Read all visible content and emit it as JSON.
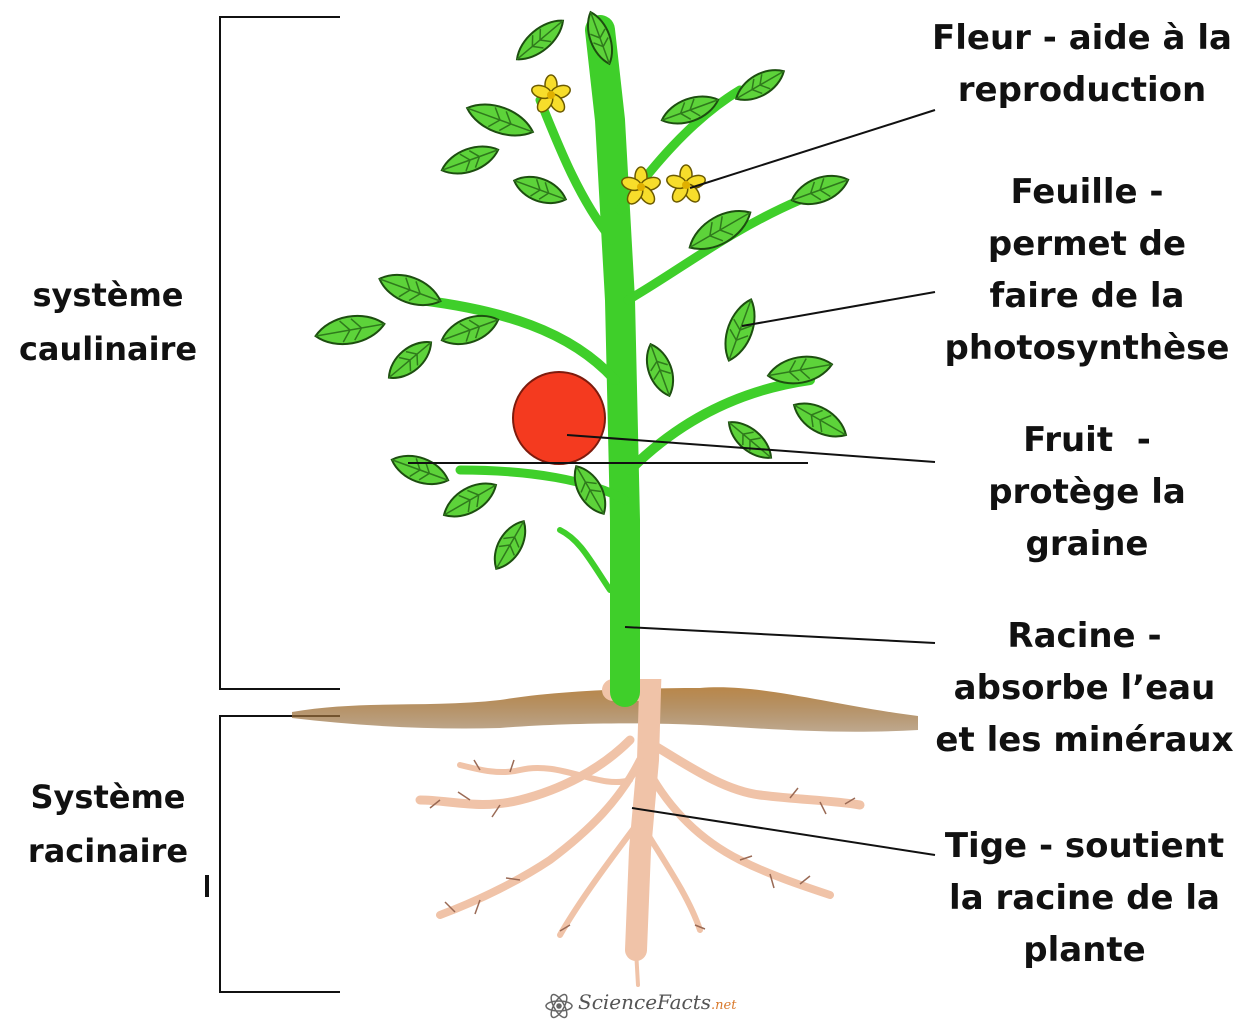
{
  "systems": {
    "shoot": {
      "line1": "système",
      "line2": "caulinaire"
    },
    "root": {
      "line1": "Système",
      "line2": "racinaire"
    }
  },
  "labels": {
    "flower": {
      "line1": "Fleur - aide à la",
      "line2": "reproduction"
    },
    "leaf": {
      "line1": "Feuille -",
      "line2": "permet de",
      "line3": "faire de la",
      "line4": "photosynthèse"
    },
    "fruit": {
      "line1": "Fruit  -",
      "line2": "protège la",
      "line3": "graine"
    },
    "stem_label": {
      "line1": "Racine -",
      "line2": "absorbe l’eau",
      "line3": "et les minéraux"
    },
    "root_label": {
      "line1": "Tige - soutient",
      "line2": "la racine de la",
      "line3": "plante"
    }
  },
  "credit": {
    "brand": "ScienceFacts",
    "suffix": ".net"
  },
  "colors": {
    "leaf": "#5dd33a",
    "leaf_vein": "#2f7a1c",
    "stem": "#3fcf2a",
    "fruit": "#f43a1f",
    "flower": "#f7dd2b",
    "root": "#f0c3a8",
    "soil": "#a3763f",
    "line": "#111111"
  }
}
